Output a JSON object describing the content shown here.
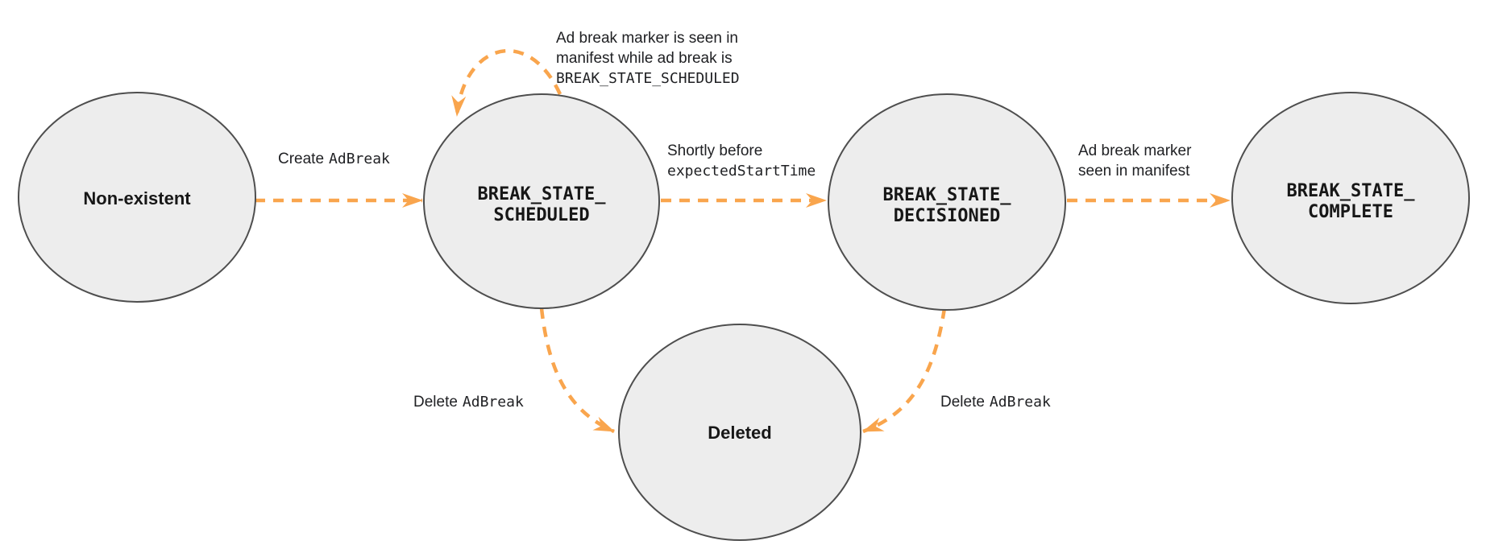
{
  "colors": {
    "accent": "#F9A54D",
    "node_fill": "#EDEDED",
    "node_stroke": "#4E4E4E",
    "node_text": "#171717",
    "edge_text": "#202124",
    "background": "#FFFFFF"
  },
  "nodes": {
    "non_existent": {
      "label": "Non-existent"
    },
    "scheduled": {
      "line1": "BREAK_STATE_",
      "line2": "SCHEDULED"
    },
    "decisioned": {
      "line1": "BREAK_STATE_",
      "line2": "DECISIONED"
    },
    "complete": {
      "line1": "BREAK_STATE_",
      "line2": "COMPLETE"
    },
    "deleted": {
      "label": "Deleted"
    }
  },
  "edges": {
    "create": {
      "plain": "Create",
      "code": "AdBreak"
    },
    "self_loop": {
      "line1": "Ad break marker is seen in",
      "line2": "manifest while ad break is",
      "line3": "BREAK_STATE_SCHEDULED"
    },
    "to_decisioned": {
      "line1": "Shortly before",
      "line2": "expectedStartTime"
    },
    "to_complete": {
      "line1": "Ad break marker",
      "line2": "seen in manifest"
    },
    "delete_from_scheduled": {
      "plain": "Delete",
      "code": "AdBreak"
    },
    "delete_from_decisioned": {
      "plain": "Delete",
      "code": "AdBreak"
    }
  }
}
